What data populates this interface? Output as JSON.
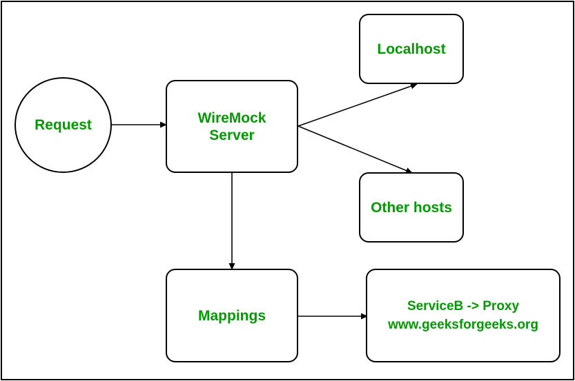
{
  "diagram": {
    "text_color": "#009900",
    "line_color": "#000000",
    "nodes": {
      "request": {
        "label": "Request"
      },
      "wiremock": {
        "line1": "WireMock",
        "line2": "Server"
      },
      "localhost": {
        "label": "Localhost"
      },
      "other_hosts": {
        "label": "Other hosts"
      },
      "mappings": {
        "label": "Mappings"
      },
      "proxy": {
        "line1": "ServiceB -> Proxy",
        "line2": "www.geeksforgeeks.org"
      }
    },
    "edges": [
      {
        "from": "Request",
        "to": "WireMock Server"
      },
      {
        "from": "WireMock Server",
        "to": "Localhost"
      },
      {
        "from": "WireMock Server",
        "to": "Other hosts"
      },
      {
        "from": "WireMock Server",
        "to": "Mappings"
      },
      {
        "from": "Mappings",
        "to": "ServiceB -> Proxy"
      }
    ]
  }
}
